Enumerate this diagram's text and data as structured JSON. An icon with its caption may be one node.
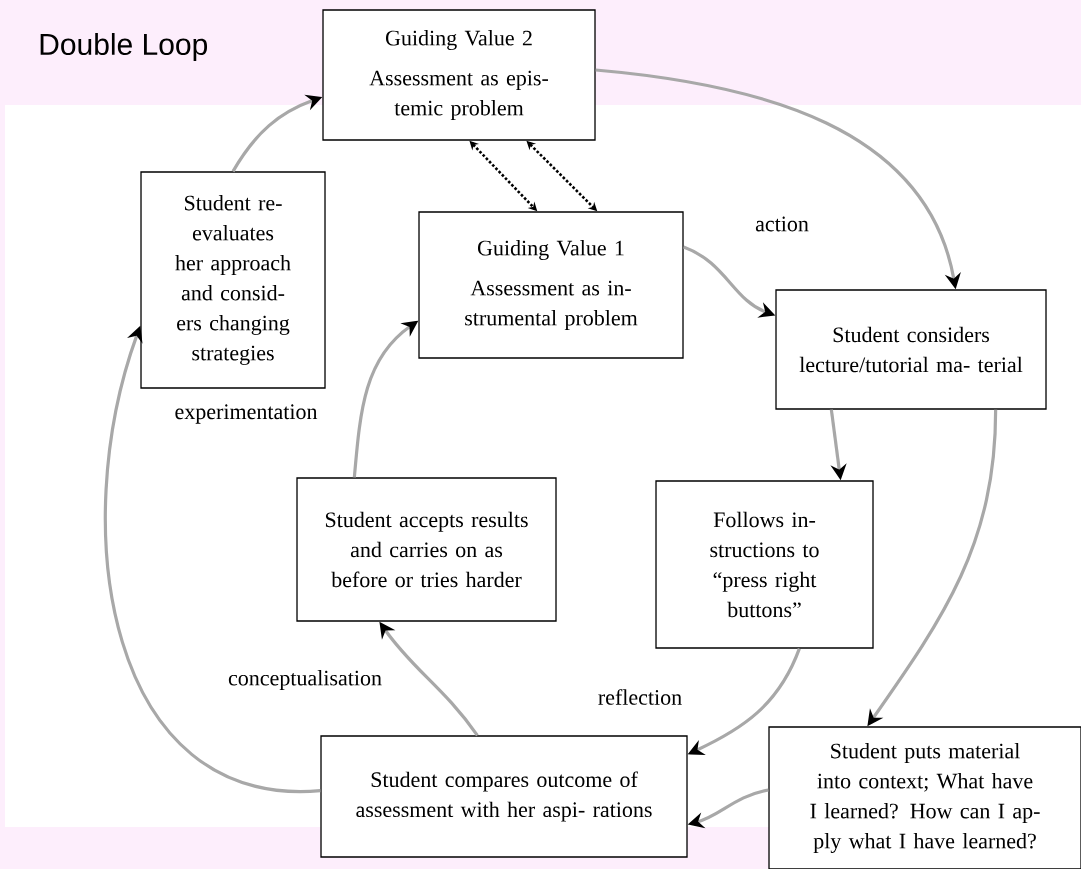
{
  "diagram": {
    "title": "Double Loop",
    "nodes": [
      {
        "text": [
          "Guiding Value 2",
          "Assessment as epis- temic problem"
        ]
      },
      {
        "text": [
          "Student re- evaluates her approach and consid- ers changing strategies"
        ]
      },
      {
        "text": [
          "Guiding Value 1",
          "Assessment as in- strumental problem"
        ]
      },
      {
        "text": [
          "Student considers lecture/tutorial ma- terial"
        ]
      },
      {
        "text": [
          "Student accepts results and carries on as before or tries harder"
        ]
      },
      {
        "text": [
          "Follows in- structions to “press right buttons”"
        ]
      },
      {
        "text": [
          "Student compares outcome of assessment with her aspi- rations"
        ]
      },
      {
        "text": [
          "Student puts material into context; What have I learned? How can I ap- ply what I have learned?"
        ]
      }
    ],
    "edges": [
      {
        "from": 1,
        "to": 0,
        "arrow": "to"
      },
      {
        "from": 0,
        "to": 2,
        "arrow": "both",
        "style": "dashed",
        "color": "#000000"
      },
      {
        "from": 0,
        "to": 2,
        "arrow": "both",
        "style": "dashed",
        "color": "#000000"
      },
      {
        "from": 0,
        "to": 3,
        "arrow": "to"
      },
      {
        "from": 2,
        "to": 3,
        "arrow": "to",
        "label": "action"
      },
      {
        "from": 3,
        "to": 5,
        "arrow": "to"
      },
      {
        "from": 3,
        "to": 7,
        "arrow": "to"
      },
      {
        "from": 5,
        "to": 6,
        "arrow": "to",
        "label": "reflection"
      },
      {
        "from": 7,
        "to": 6,
        "arrow": "to"
      },
      {
        "from": 6,
        "to": 4,
        "arrow": "to",
        "label": "conceptualisation"
      },
      {
        "from": 4,
        "to": 2,
        "arrow": "to",
        "label": "experimentation"
      },
      {
        "from": 6,
        "to": 1,
        "arrow": "to"
      }
    ]
  }
}
